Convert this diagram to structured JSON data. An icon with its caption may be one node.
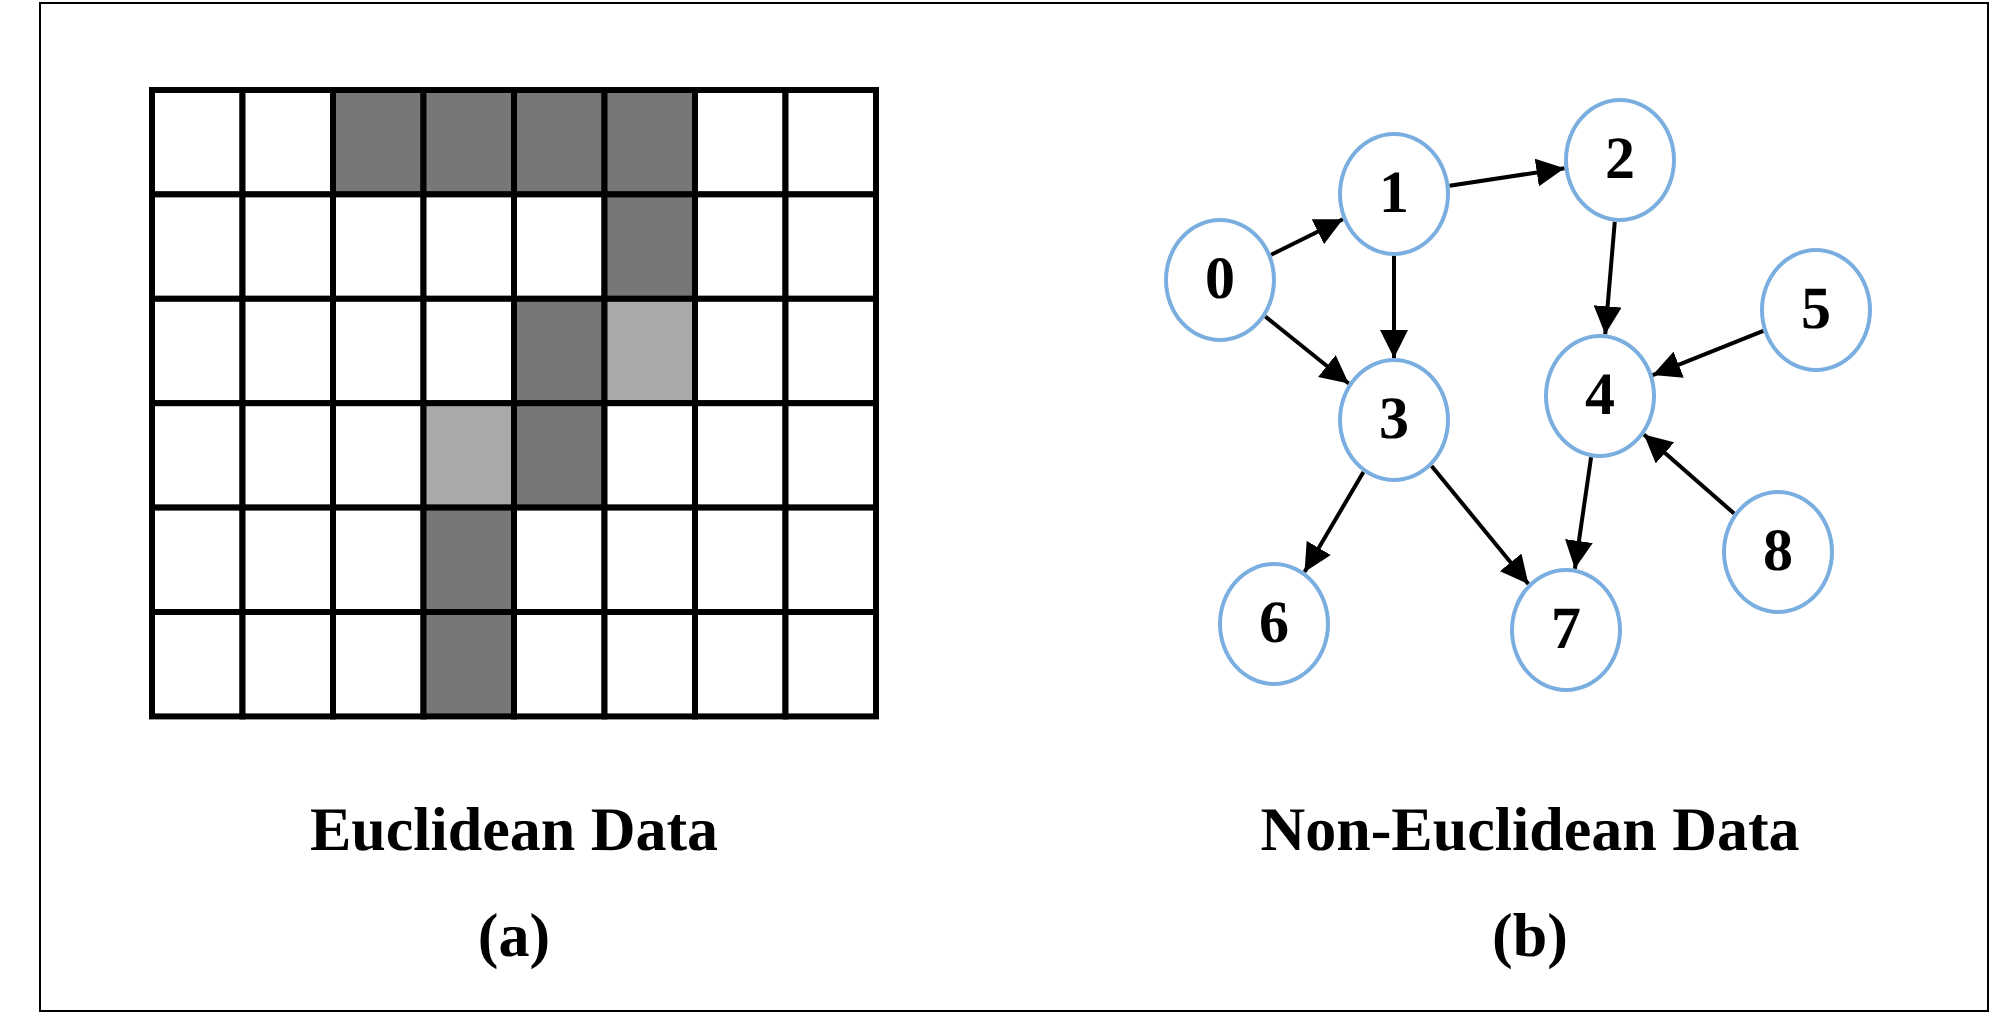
{
  "diagram": {
    "nodes": [
      {
        "text": [
          "0"
        ]
      },
      {
        "text": [
          "1"
        ]
      },
      {
        "text": [
          "2"
        ]
      },
      {
        "text": [
          "3"
        ]
      },
      {
        "text": [
          "4"
        ]
      },
      {
        "text": [
          "5"
        ]
      },
      {
        "text": [
          "6"
        ]
      },
      {
        "text": [
          "7"
        ]
      },
      {
        "text": [
          "8"
        ]
      }
    ],
    "edges": [
      {
        "from": 0,
        "to": 1,
        "arrow": "to"
      },
      {
        "from": 1,
        "to": 2,
        "arrow": "to"
      },
      {
        "from": 1,
        "to": 3,
        "arrow": "to"
      },
      {
        "from": 0,
        "to": 3,
        "arrow": "to"
      },
      {
        "from": 2,
        "to": 4,
        "arrow": "to"
      },
      {
        "from": 5,
        "to": 4,
        "arrow": "to"
      },
      {
        "from": 8,
        "to": 4,
        "arrow": "to"
      },
      {
        "from": 3,
        "to": 6,
        "arrow": "to"
      },
      {
        "from": 3,
        "to": 7,
        "arrow": "to"
      },
      {
        "from": 4,
        "to": 7,
        "arrow": "to"
      }
    ],
    "labels": [
      "Euclidean Data",
      "(a)",
      "Non-Euclidean Data",
      "(b)"
    ]
  }
}
